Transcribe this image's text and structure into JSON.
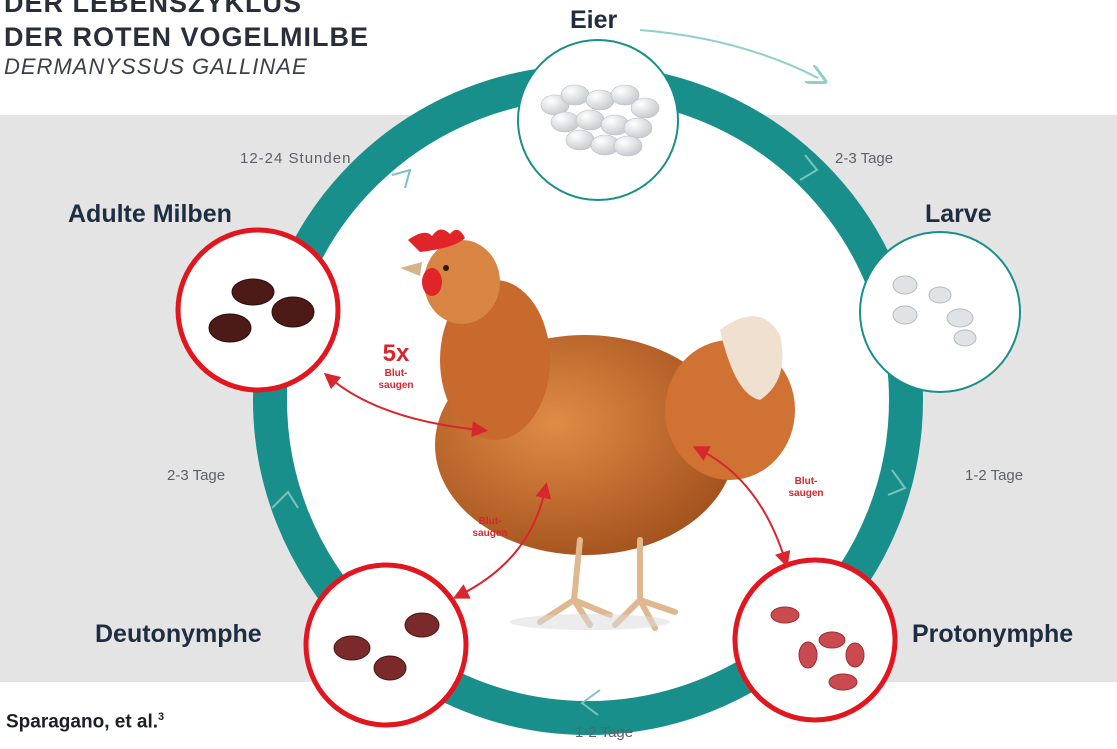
{
  "header": {
    "title_line1": "DER LEBENSZYKLUS",
    "title_line2": "DER ROTEN VOGELMILBE",
    "subtitle": "DERMANYSSUS GALLINAE"
  },
  "stages": {
    "eggs": "Eier",
    "larva": "Larve",
    "protonymph": "Protonymphe",
    "deutonymph": "Deutonymphe",
    "adult": "Adulte Milben"
  },
  "durations": {
    "egg_to_larva": "2-3 Tage",
    "larva_to_protonymph": "1-2 Tage",
    "protonymph_to_deutonymph": "1-2 Tage",
    "deutonymph_to_adult": "2-3 Tage",
    "adult_to_eggs": "12-24 Stunden"
  },
  "feeding": {
    "adult_multiplier": "5x",
    "blood_line1": "Blut-",
    "blood_line2": "saugen"
  },
  "source": {
    "text": "Sparagano, et al.",
    "ref": "3"
  },
  "colors": {
    "ring": "#188f8b",
    "band": "#e4e4e5",
    "highlight_red": "#e2161e",
    "arrow_red": "#d8262c",
    "label_dark": "#1f2d40"
  },
  "icons": {
    "eggs": "egg-cluster-icon",
    "larva": "larva-icon",
    "protonymph": "protonymph-icon",
    "deutonymph": "deutonymph-icon",
    "adult": "adult-mite-icon",
    "center": "hen-illustration"
  }
}
